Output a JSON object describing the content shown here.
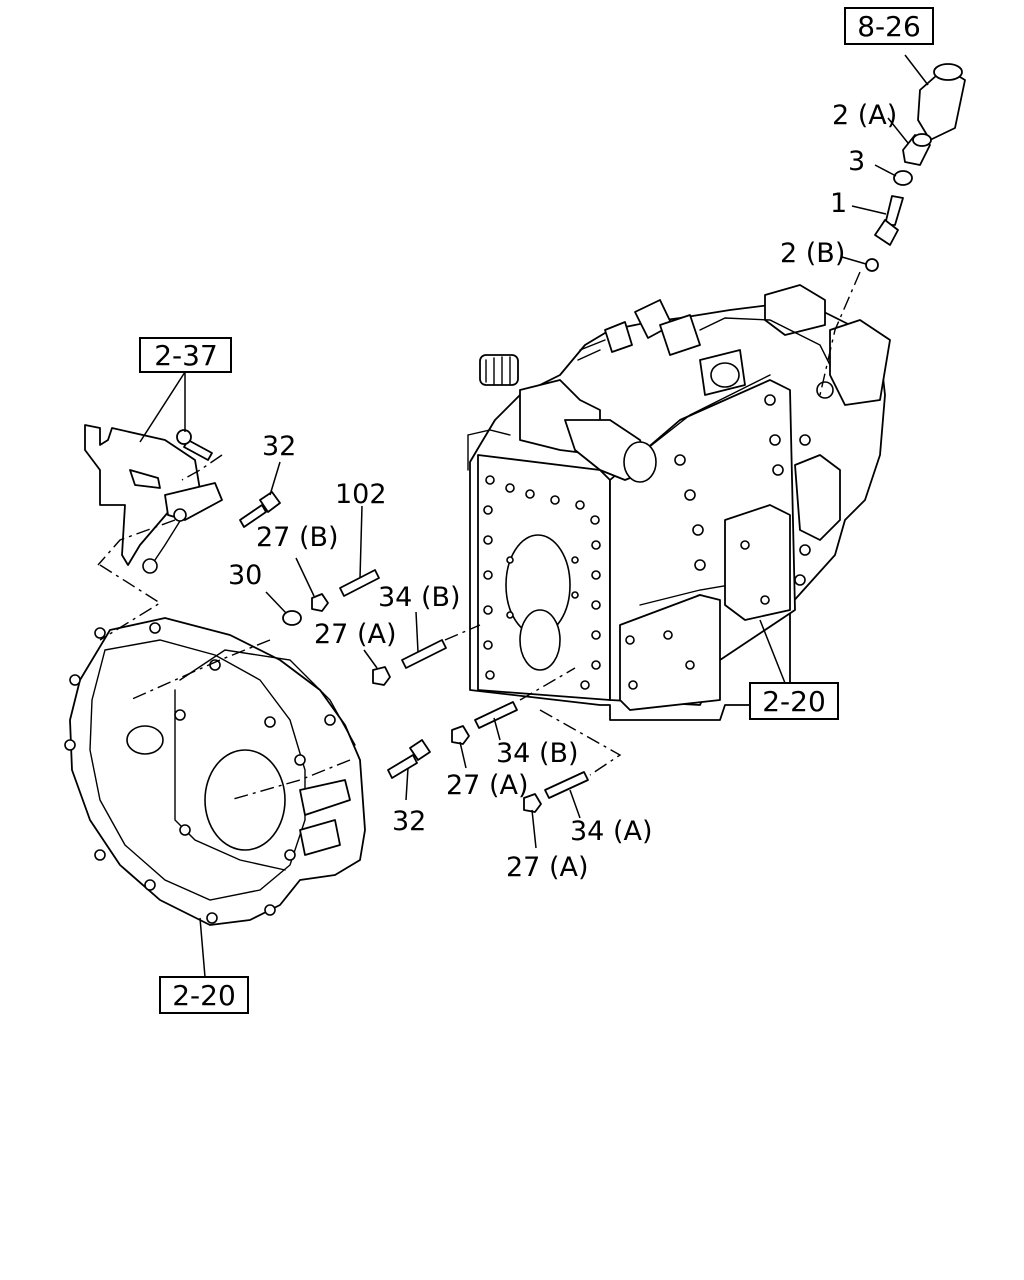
{
  "references": {
    "r826": "8-26",
    "r237": "2-37",
    "r220a": "2-20",
    "r220b": "2-20"
  },
  "callouts": {
    "c2a": "2 (A)",
    "c3": "3",
    "c1": "1",
    "c2b": "2 (B)",
    "c32a": "32",
    "c102": "102",
    "c27b": "27 (B)",
    "c30": "30",
    "c34b1": "34 (B)",
    "c27a1": "27 (A)",
    "c34b2": "34 (B)",
    "c27a2": "27 (A)",
    "c32b": "32",
    "c34a": "34 (A)",
    "c27a3": "27 (A)"
  }
}
